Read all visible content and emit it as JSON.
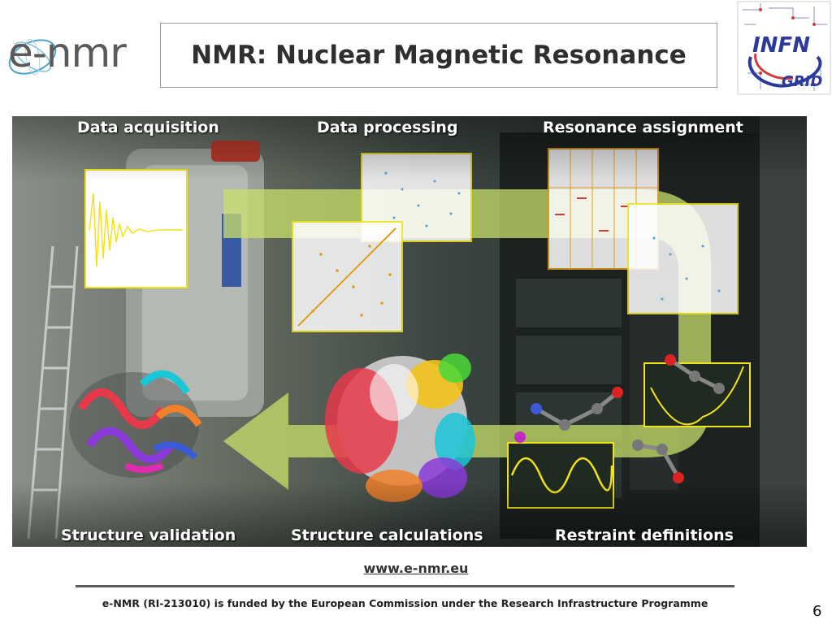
{
  "header": {
    "logo_text": "e-nmr",
    "title": "NMR: Nuclear Magnetic Resonance",
    "infn_logo": {
      "line1": "INFN",
      "line2": "GRID",
      "icon": "infn-grid-logo"
    }
  },
  "figure": {
    "stages": {
      "top_left": "Data acquisition",
      "top_center": "Data processing",
      "top_right": "Resonance assignment",
      "bottom_left": "Structure validation",
      "bottom_center": "Structure calculations",
      "bottom_right": "Restraint definitions"
    },
    "colors": {
      "panel_border": "#f2e21a",
      "arrow": "#c8e06a",
      "background": "#2e3a33"
    }
  },
  "footer": {
    "website": "www.e-nmr.eu",
    "funding": "e-NMR (RI-213010) is funded by the European Commission under the Research Infrastructure Programme",
    "page_number": "6"
  }
}
